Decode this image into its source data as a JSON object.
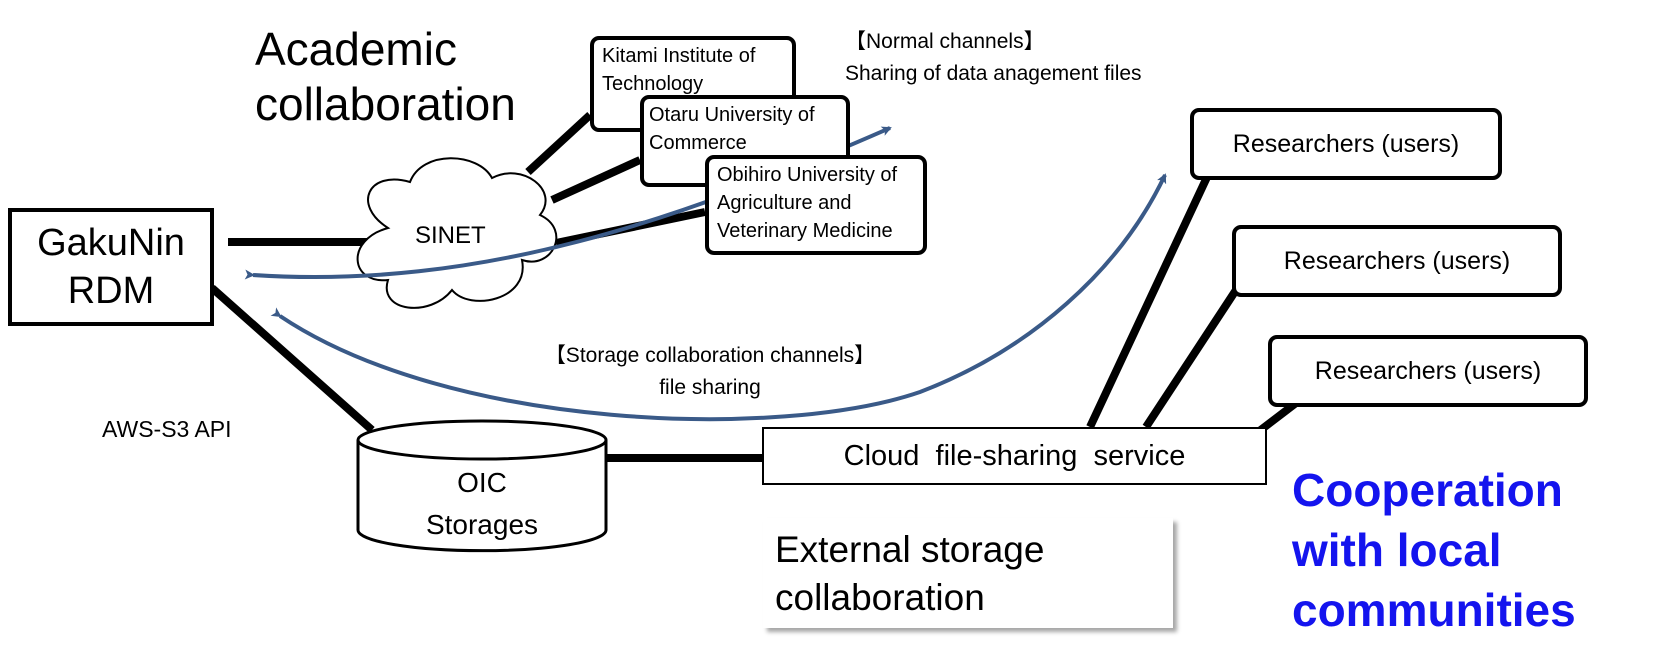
{
  "diagram": {
    "academic_heading": [
      "Academic",
      "collaboration"
    ],
    "gakunin": [
      "GakuNin",
      "RDM"
    ],
    "sinet": "SINET",
    "universities": [
      {
        "lines": [
          "Kitami Institute of",
          "Technology"
        ]
      },
      {
        "lines": [
          "Otaru University of",
          "Commerce"
        ]
      },
      {
        "lines": [
          "Obihiro University of",
          "Agriculture  and",
          "Veterinary Medicine"
        ]
      }
    ],
    "normal_channels": {
      "title": "【Normal channels】",
      "desc": "Sharing of data anagement files"
    },
    "researchers": [
      "Researchers (users)",
      "Researchers (users)",
      "Researchers (users)"
    ],
    "storage_channels": {
      "title": "【Storage collaboration channels】",
      "desc": "file sharing"
    },
    "aws_api": "AWS-S3 API",
    "oic_storages": [
      "OIC",
      "Storages"
    ],
    "cloud_service": "Cloud  file-sharing  service",
    "external_storage": [
      "External storage",
      "collaboration"
    ],
    "cooperation": [
      "Cooperation",
      "with local",
      "communities"
    ],
    "colors": {
      "arrow": "#3a5a88",
      "accent_text": "#1414ee",
      "line": "#000000"
    }
  }
}
